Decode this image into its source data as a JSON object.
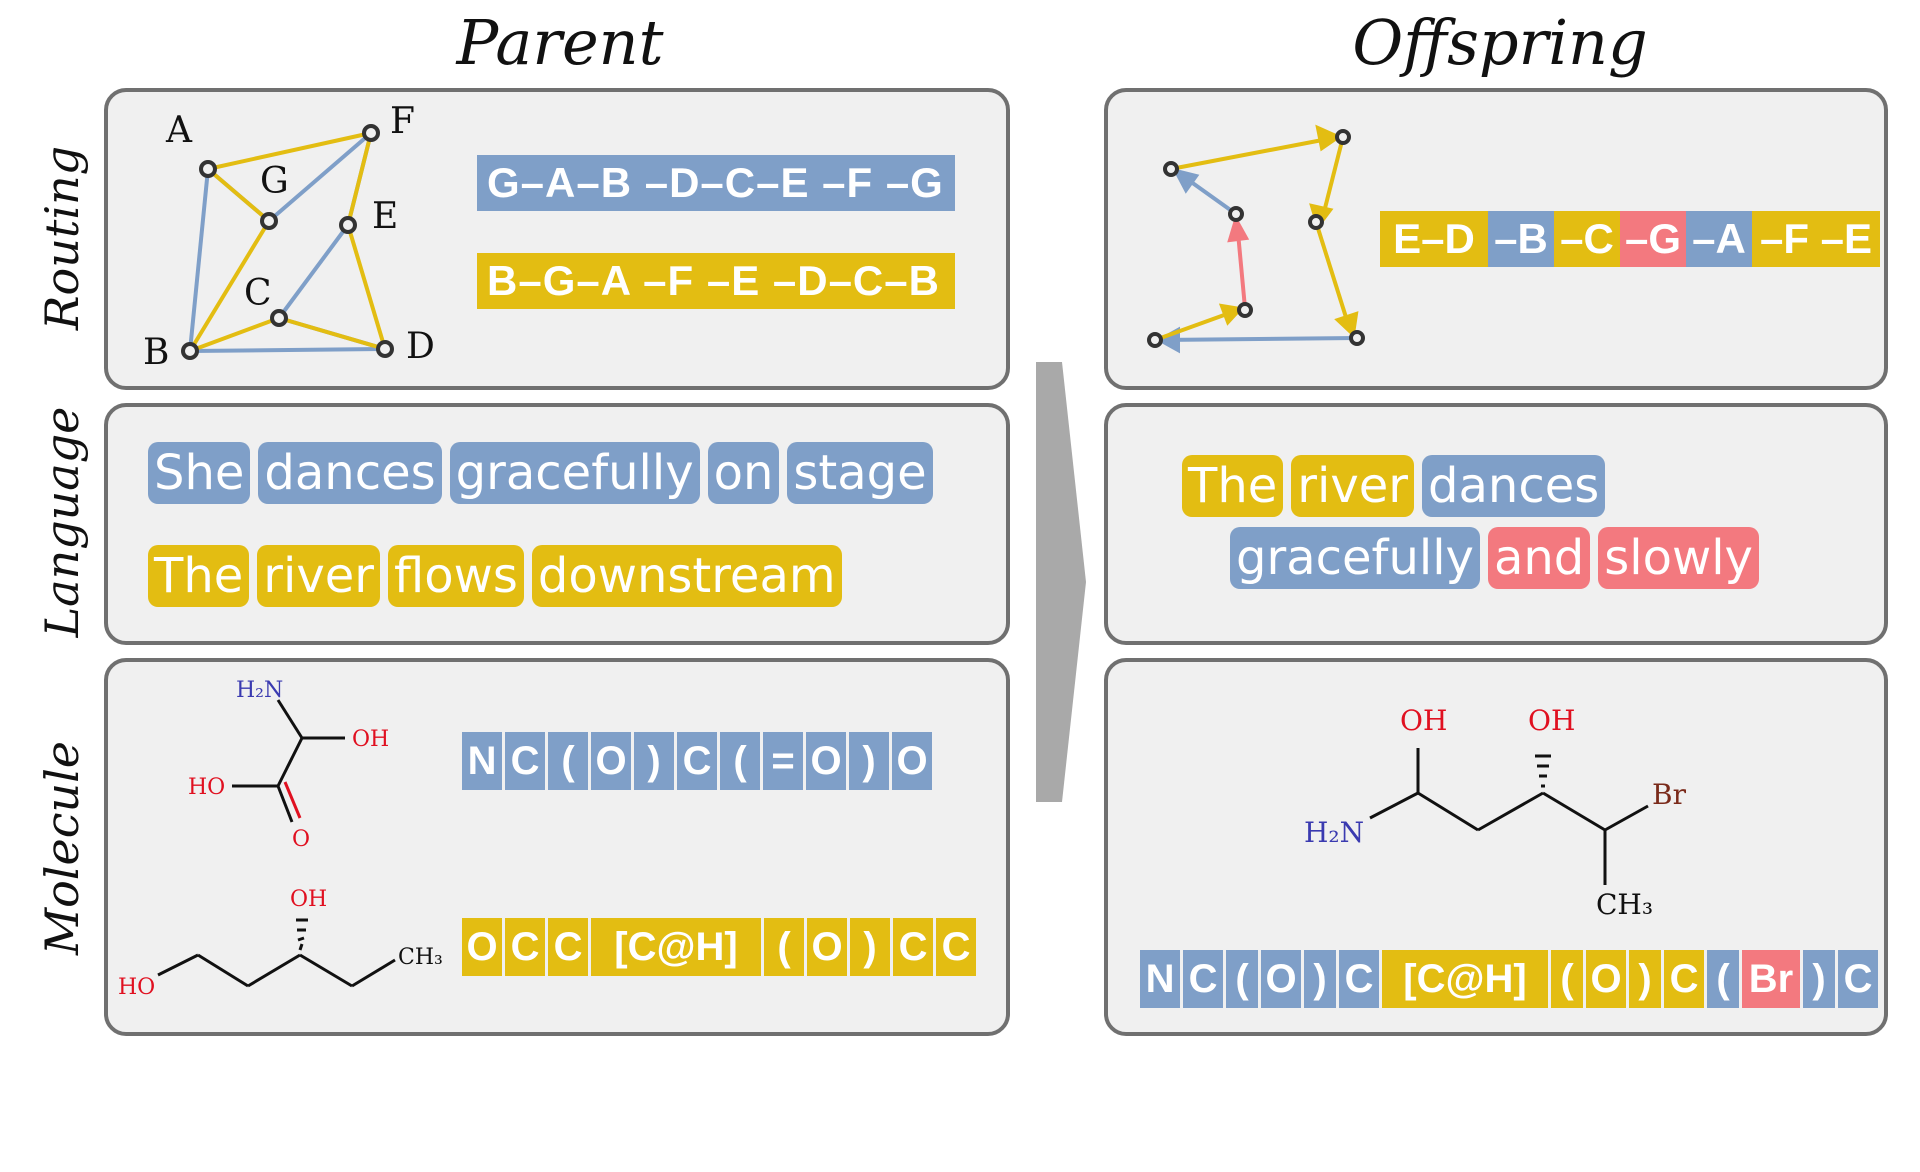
{
  "titles": {
    "parent": "Parent",
    "offspring": "Offspring"
  },
  "rows": {
    "routing": "Routing",
    "language": "Language",
    "molecule": "Molecule"
  },
  "colors": {
    "blue": "#7f9fc8",
    "yellow": "#e3bd12",
    "red": "#f3797f",
    "panel_bg": "#f0f0f0",
    "panel_border": "#707070"
  },
  "routing": {
    "node_labels": [
      "A",
      "G",
      "F",
      "E",
      "C",
      "B",
      "D"
    ],
    "parent_route_blue": "G–A–B –D–C–E –F –G",
    "parent_route_yellow": "B–G–A –F –E –D–C–B",
    "offspring_segments": [
      {
        "text": "E–D",
        "color": "yellow"
      },
      {
        "text": "–B",
        "color": "blue"
      },
      {
        "text": "–C",
        "color": "yellow"
      },
      {
        "text": "–G",
        "color": "red"
      },
      {
        "text": "–A",
        "color": "blue"
      },
      {
        "text": "–F –E",
        "color": "yellow"
      }
    ]
  },
  "language": {
    "parent_blue": [
      "She",
      "dances",
      "gracefully",
      "on",
      "stage"
    ],
    "parent_yellow": [
      "The",
      "river",
      "flows",
      "downstream"
    ],
    "offspring_line1": [
      {
        "text": "The",
        "color": "yellow"
      },
      {
        "text": "river",
        "color": "yellow"
      },
      {
        "text": "dances",
        "color": "blue"
      }
    ],
    "offspring_line2": [
      {
        "text": "gracefully",
        "color": "blue"
      },
      {
        "text": "and",
        "color": "red"
      },
      {
        "text": "slowly",
        "color": "red"
      }
    ]
  },
  "molecule": {
    "parent_blue_tokens": [
      "N",
      "C",
      "(",
      "O",
      ")",
      "C",
      "(",
      "=",
      "O",
      ")",
      "O"
    ],
    "parent_yellow_tokens": [
      "O",
      "C",
      "C",
      "[C@H]",
      "(",
      "O",
      ")",
      "C",
      "C"
    ],
    "offspring_tokens": [
      {
        "text": "N",
        "color": "blue"
      },
      {
        "text": "C",
        "color": "blue"
      },
      {
        "text": "(",
        "color": "blue"
      },
      {
        "text": "O",
        "color": "blue"
      },
      {
        "text": ")",
        "color": "blue"
      },
      {
        "text": "C",
        "color": "blue"
      },
      {
        "text": "[C@H]",
        "color": "yellow"
      },
      {
        "text": "(",
        "color": "yellow"
      },
      {
        "text": "O",
        "color": "yellow"
      },
      {
        "text": ")",
        "color": "yellow"
      },
      {
        "text": "C",
        "color": "yellow"
      },
      {
        "text": "(",
        "color": "blue"
      },
      {
        "text": "Br",
        "color": "red"
      },
      {
        "text": ")",
        "color": "blue"
      },
      {
        "text": "C",
        "color": "blue"
      }
    ],
    "atom_labels": {
      "h2n": "H₂N",
      "oh": "OH",
      "ho": "HO",
      "o": "O",
      "ch3": "CH₃",
      "br": "Br"
    }
  }
}
